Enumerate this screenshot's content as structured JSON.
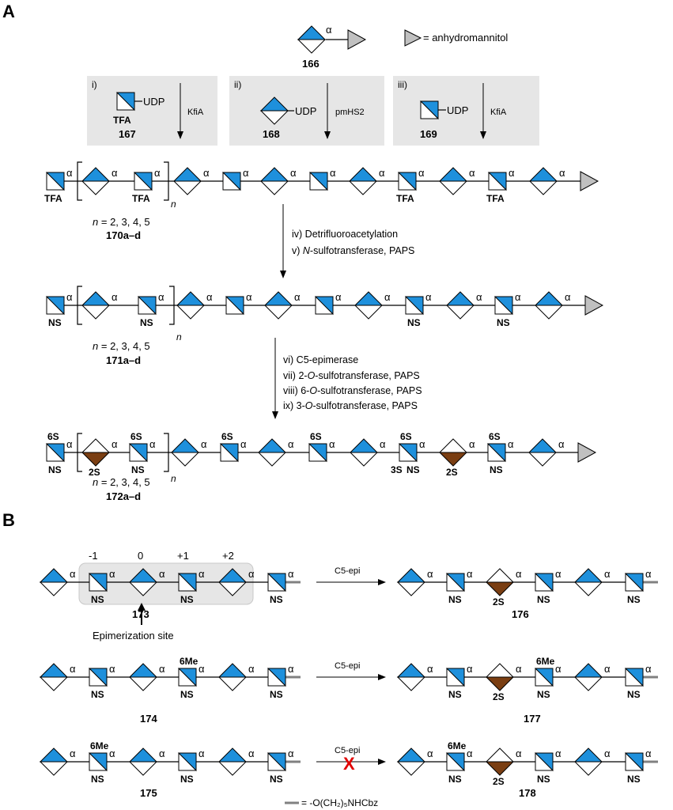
{
  "colors": {
    "blue": "#1e90dc",
    "brown": "#7a3e12",
    "gray": "#c0c0c0",
    "box": "#e6e6e6"
  },
  "panels": {
    "a": "A",
    "b": "B"
  },
  "text": {
    "alpha": "α",
    "legend_anhydro": "= anhydromannitol",
    "c166": "166",
    "step_i": "i)",
    "step_ii": "ii)",
    "step_iii": "iii)",
    "udp": "UDP",
    "kfia": "KfiA",
    "pmhs2": "pmHS2",
    "tfa": "TFA",
    "ns": "NS",
    "s6": "6S",
    "s2": "2S",
    "s3": "3S",
    "me6": "6Me",
    "n": "n",
    "n_values": "= 2, 3, 4, 5",
    "c167": "167",
    "c168": "168",
    "c169": "169",
    "c170": "170a–d",
    "c171": "171a–d",
    "c172": "172a–d",
    "c173": "173",
    "c174": "174",
    "c175": "175",
    "c176": "176",
    "c177": "177",
    "c178": "178",
    "step_iv": "iv) Detrifluoroacetylation",
    "step_v_pre": "v) ",
    "step_v_it": "N",
    "step_v_post": "-sulfotransferase, PAPS",
    "step_vi": "vi) C5-epimerase",
    "step_vii_pre": "vii) 2-",
    "step_vii_it": "O",
    "step_vii_post": "-sulfotransferase, PAPS",
    "step_viii_pre": "viii) 6-",
    "step_viii_it": "O",
    "step_viii_post": "-sulfotransferase, PAPS",
    "step_ix_pre": "ix) 3-",
    "step_ix_it": "O",
    "step_ix_post": "-sulfotransferase, PAPS",
    "pos_m1": "-1",
    "pos_0": "0",
    "pos_p1": "+1",
    "pos_p2": "+2",
    "epi_site": "Epimerization site",
    "c5epi": "C5-epi",
    "x_mark": "X",
    "linker_legend": "= -O(CH₂)₅NHCbz"
  }
}
